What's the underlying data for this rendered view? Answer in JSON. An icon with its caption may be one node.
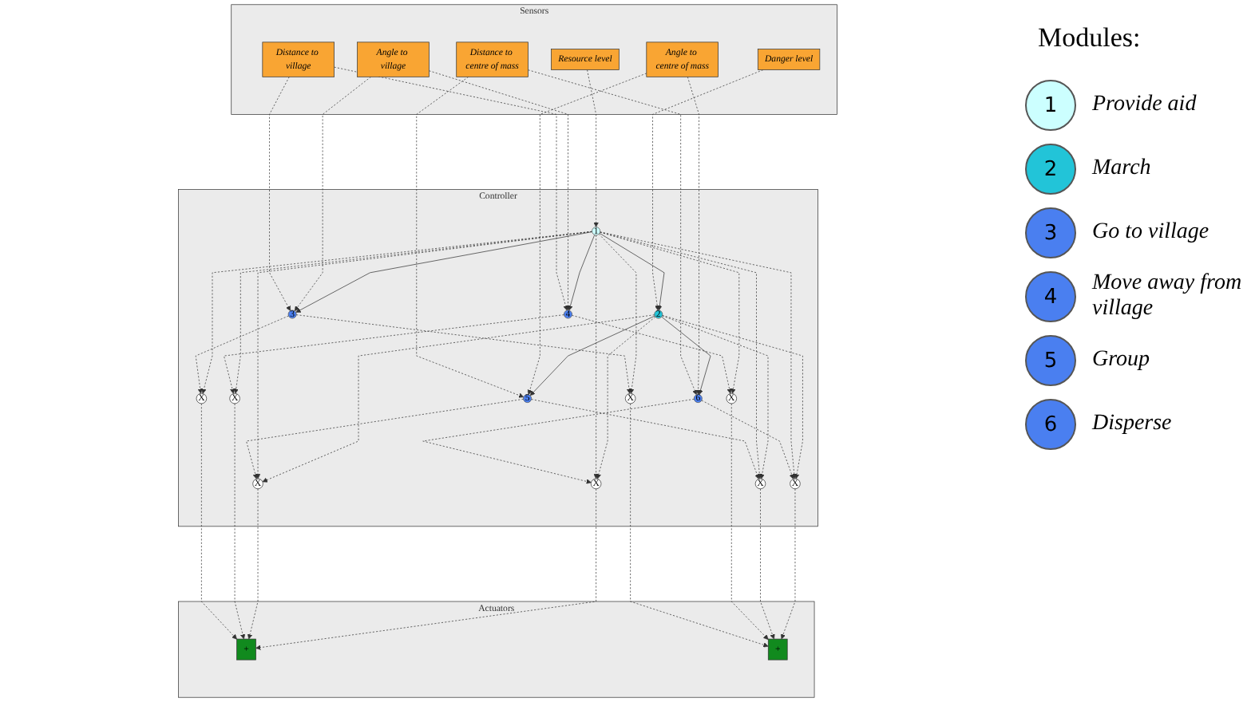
{
  "diagram": {
    "nodes": [
      {
        "text": [
          "Sensors"
        ]
      },
      {
        "text": [
          "Resource level"
        ],
        "in": 0
      },
      {
        "text": [
          "Danger level"
        ],
        "in": 0
      },
      {
        "text": [
          "Distance to centre of mass"
        ],
        "in": 0
      },
      {
        "text": [
          "Angle to centre of mass"
        ],
        "in": 0
      },
      {
        "text": [
          "Distance to village"
        ],
        "in": 0
      },
      {
        "text": [
          "Angle to village"
        ],
        "in": 0
      },
      {
        "text": [
          "Controller"
        ]
      },
      {
        "text": [
          "1"
        ],
        "in": 7
      },
      {
        "text": [
          "2"
        ],
        "in": 7
      },
      {
        "text": [
          "3"
        ],
        "in": 7
      },
      {
        "text": [
          "4"
        ],
        "in": 7
      },
      {
        "text": [
          "5"
        ],
        "in": 7
      },
      {
        "text": [
          "6"
        ],
        "in": 7
      },
      {
        "text": [
          "X"
        ],
        "in": 7
      },
      {
        "text": [
          "X"
        ],
        "in": 7
      },
      {
        "text": [
          "X"
        ],
        "in": 7
      },
      {
        "text": [
          "X"
        ],
        "in": 7
      },
      {
        "text": [
          "X"
        ],
        "in": 7
      },
      {
        "text": [
          "X"
        ],
        "in": 7
      },
      {
        "text": [
          "X"
        ],
        "in": 7
      },
      {
        "text": [
          "X"
        ],
        "in": 7
      },
      {
        "text": [
          "Actuators"
        ]
      },
      {
        "text": [
          "+"
        ],
        "in": 22
      },
      {
        "text": [
          "+"
        ],
        "in": 22
      }
    ],
    "edges": [
      {
        "from": 1,
        "to": 8,
        "arrow": "to",
        "style": "dashed"
      },
      {
        "from": 2,
        "to": 9,
        "arrow": "to",
        "style": "dashed"
      },
      {
        "from": 3,
        "to": 12,
        "arrow": "to",
        "style": "dashed"
      },
      {
        "from": 3,
        "to": 13,
        "arrow": "to",
        "style": "dashed"
      },
      {
        "from": 4,
        "to": 12,
        "arrow": "to",
        "style": "dashed"
      },
      {
        "from": 4,
        "to": 13,
        "arrow": "to",
        "style": "dashed"
      },
      {
        "from": 5,
        "to": 10,
        "arrow": "to",
        "style": "dashed"
      },
      {
        "from": 5,
        "to": 11,
        "arrow": "to",
        "style": "dashed"
      },
      {
        "from": 6,
        "to": 10,
        "arrow": "to",
        "style": "dashed"
      },
      {
        "from": 6,
        "to": 11,
        "arrow": "to",
        "style": "dashed"
      },
      {
        "from": 8,
        "to": 9,
        "arrow": "to"
      },
      {
        "from": 8,
        "to": 10,
        "arrow": "to"
      },
      {
        "from": 8,
        "to": 11,
        "arrow": "to"
      },
      {
        "from": 9,
        "to": 12,
        "arrow": "to"
      },
      {
        "from": 9,
        "to": 13,
        "arrow": "to"
      },
      {
        "from": 10,
        "to": 14,
        "arrow": "to",
        "style": "dashed"
      },
      {
        "from": 10,
        "to": 15,
        "arrow": "to",
        "style": "dashed"
      },
      {
        "from": 11,
        "to": 16,
        "arrow": "to",
        "style": "dashed"
      },
      {
        "from": 11,
        "to": 17,
        "arrow": "to",
        "style": "dashed"
      },
      {
        "from": 12,
        "to": 18,
        "arrow": "to",
        "style": "dashed"
      },
      {
        "from": 12,
        "to": 19,
        "arrow": "to",
        "style": "dashed"
      },
      {
        "from": 13,
        "to": 20,
        "arrow": "to",
        "style": "dashed"
      },
      {
        "from": 13,
        "to": 21,
        "arrow": "to",
        "style": "dashed"
      },
      {
        "from": 8,
        "to": 14,
        "arrow": "to",
        "style": "dashed"
      },
      {
        "from": 8,
        "to": 15,
        "arrow": "to",
        "style": "dashed"
      },
      {
        "from": 8,
        "to": 16,
        "arrow": "to",
        "style": "dashed"
      },
      {
        "from": 8,
        "to": 17,
        "arrow": "to",
        "style": "dashed"
      },
      {
        "from": 8,
        "to": 18,
        "arrow": "to",
        "style": "dashed"
      },
      {
        "from": 8,
        "to": 19,
        "arrow": "to",
        "style": "dashed"
      },
      {
        "from": 8,
        "to": 20,
        "arrow": "to",
        "style": "dashed"
      },
      {
        "from": 8,
        "to": 21,
        "arrow": "to",
        "style": "dashed"
      },
      {
        "from": 9,
        "to": 18,
        "arrow": "to",
        "style": "dashed"
      },
      {
        "from": 9,
        "to": 19,
        "arrow": "to",
        "style": "dashed"
      },
      {
        "from": 9,
        "to": 20,
        "arrow": "to",
        "style": "dashed"
      },
      {
        "from": 9,
        "to": 21,
        "arrow": "to",
        "style": "dashed"
      },
      {
        "from": 14,
        "to": 23,
        "arrow": "to",
        "style": "dashed"
      },
      {
        "from": 15,
        "to": 24,
        "arrow": "to",
        "style": "dashed"
      },
      {
        "from": 16,
        "to": 23,
        "arrow": "to",
        "style": "dashed"
      },
      {
        "from": 17,
        "to": 24,
        "arrow": "to",
        "style": "dashed"
      },
      {
        "from": 18,
        "to": 23,
        "arrow": "to",
        "style": "dashed"
      },
      {
        "from": 19,
        "to": 24,
        "arrow": "to",
        "style": "dashed"
      },
      {
        "from": 20,
        "to": 23,
        "arrow": "to",
        "style": "dashed"
      },
      {
        "from": 21,
        "to": 24,
        "arrow": "to",
        "style": "dashed"
      }
    ],
    "labels": [
      "Modules:",
      "1",
      "2",
      "3",
      "4",
      "5",
      "6"
    ],
    "legend": [
      {
        "text": "Provide aid",
        "color": "#ccffff"
      },
      {
        "text": "March",
        "color": "#22c4d8"
      },
      {
        "text": "Go to village",
        "color": "#4a7ff0"
      },
      {
        "text": "Move away from village",
        "color": "#4a7ff0"
      },
      {
        "text": "Group",
        "color": "#4a7ff0"
      },
      {
        "text": "Disperse",
        "color": "#4a7ff0"
      }
    ]
  }
}
